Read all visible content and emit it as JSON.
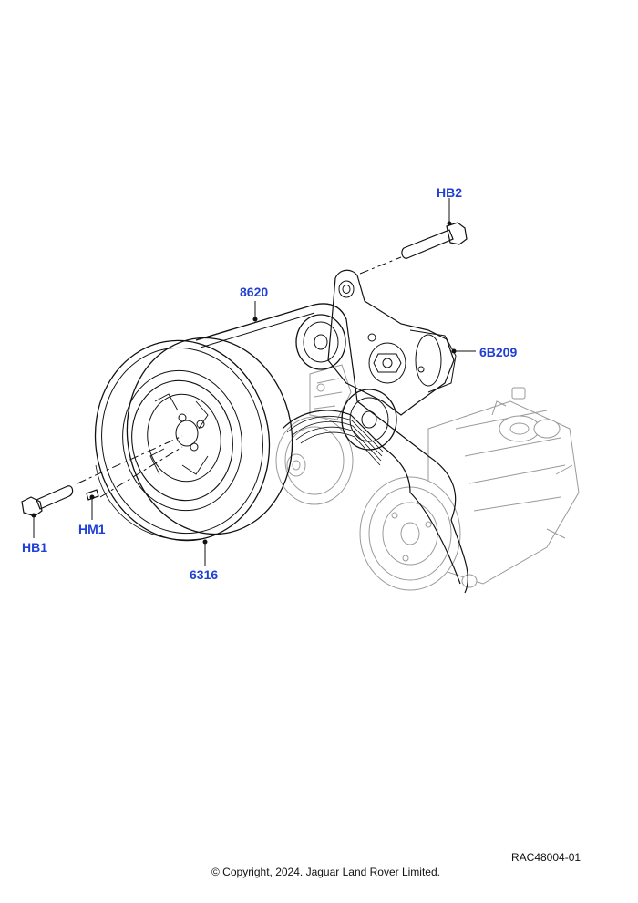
{
  "callouts": {
    "hb2": "HB2",
    "p8620": "8620",
    "p6b209": "6B209",
    "hb1": "HB1",
    "hm1": "HM1",
    "p6316": "6316"
  },
  "figure_ref": "RAC48004-01",
  "copyright": "© Copyright, 2024. Jaguar Land Rover Limited.",
  "colors": {
    "callout": "#1f3fd6",
    "line": "#111111",
    "background_part": "#9a9a9a"
  }
}
